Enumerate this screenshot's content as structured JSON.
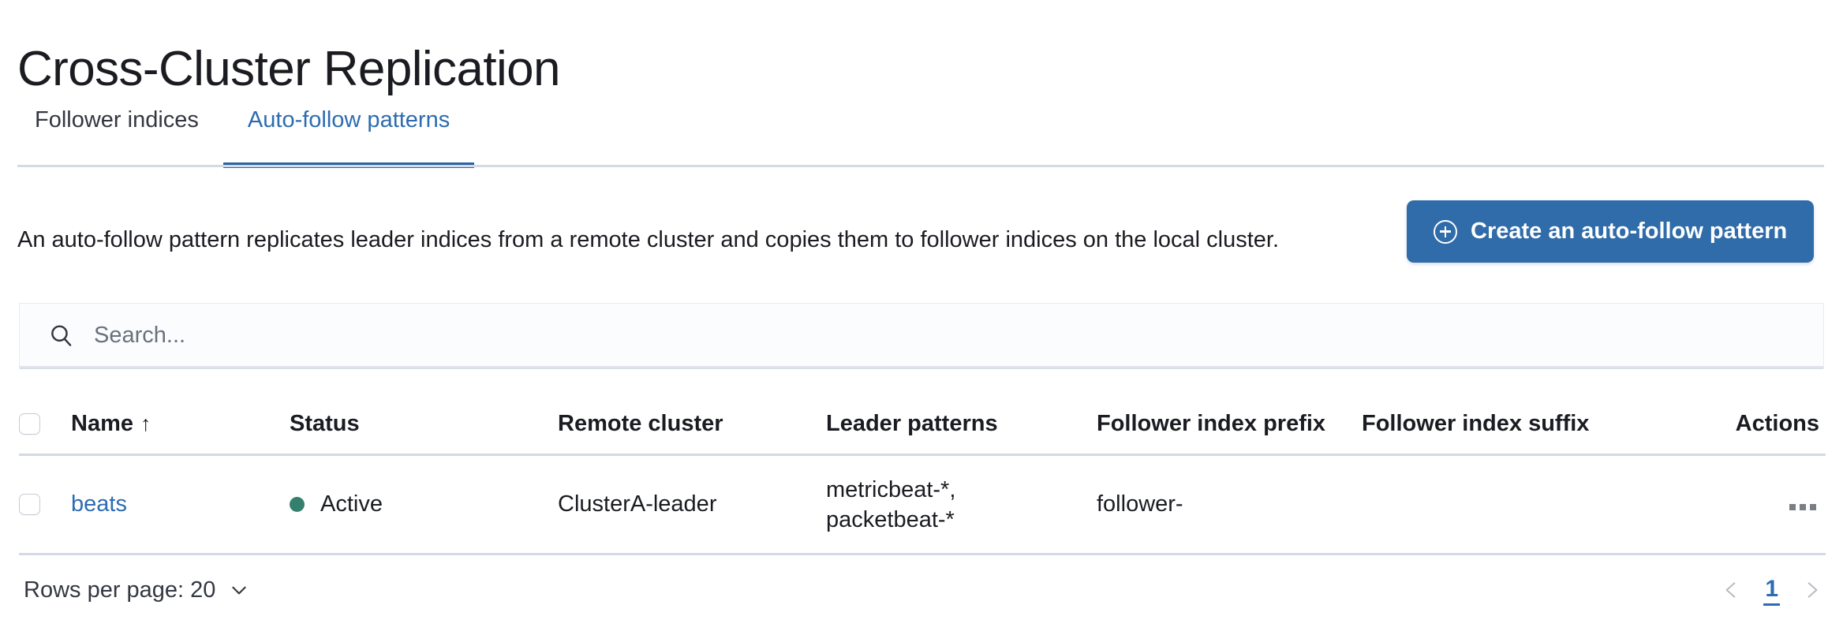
{
  "page": {
    "title": "Cross-Cluster Replication"
  },
  "tabs": [
    {
      "label": "Follower indices",
      "active": false
    },
    {
      "label": "Auto-follow patterns",
      "active": true
    }
  ],
  "description": "An auto-follow pattern replicates leader indices from a remote cluster and copies them to follower indices on the local cluster.",
  "cta": {
    "label": "Create an auto-follow pattern",
    "icon": "plus-in-circle-icon",
    "color": "#2f6ca9"
  },
  "search": {
    "placeholder": "Search...",
    "value": "",
    "icon": "search-icon"
  },
  "table": {
    "columns": [
      "Name",
      "Status",
      "Remote cluster",
      "Leader patterns",
      "Follower index prefix",
      "Follower index suffix",
      "Actions"
    ],
    "sort": {
      "column": "Name",
      "direction": "asc",
      "glyph": "↑"
    },
    "rows": [
      {
        "selected": false,
        "name": "beats",
        "status": "Active",
        "status_color": "#35806d",
        "remote_cluster": "ClusterA-leader",
        "leader_patterns": "metricbeat-*, packetbeat-*",
        "follower_index_prefix": "follower-",
        "follower_index_suffix": "",
        "actions_icon": "more-actions-icon"
      }
    ]
  },
  "footer": {
    "rows_per_page_label": "Rows per page: 20",
    "rows_per_page_value": "20",
    "pagination": {
      "prev_icon": "chevron-left-icon",
      "next_icon": "chevron-right-icon",
      "current_page": "1"
    }
  },
  "colors": {
    "accent": "#2d6cb0",
    "link": "#2d6cb0",
    "border": "#d3dae6",
    "status_active": "#35806d",
    "text": "#1a1c21"
  }
}
